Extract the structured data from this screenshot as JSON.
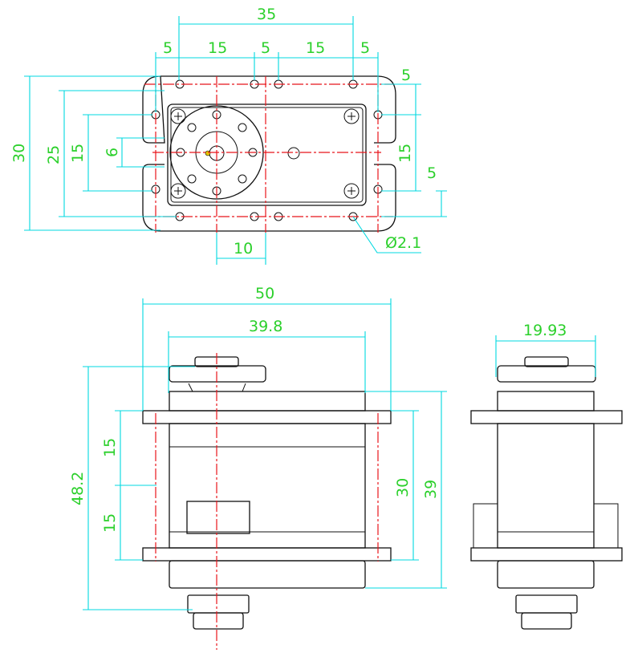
{
  "title": "Servo dimension drawing",
  "colors": {
    "outline": "#111111",
    "centerline": "#e8141a",
    "dimension": "#00d8e0",
    "dimension_text": "#2bd02b"
  },
  "top_view": {
    "dims": {
      "overall_hole_span": "35",
      "a": "5",
      "b": "15",
      "c": "5",
      "d": "15",
      "e": "5",
      "height_30": "30",
      "height_25": "25",
      "height_15_left": "15",
      "height_6": "6",
      "right_5_top": "5",
      "right_15": "15",
      "right_5_bottom": "5",
      "offset_10": "10",
      "hole_dia": "Ø2.1"
    }
  },
  "front_view": {
    "dims": {
      "width_50": "50",
      "width_39_8": "39.8",
      "height_48_2": "48.2",
      "upper_15": "15",
      "lower_15": "15",
      "height_30": "30",
      "height_39": "39"
    }
  },
  "side_view": {
    "dims": {
      "depth_19_93": "19.93"
    }
  }
}
